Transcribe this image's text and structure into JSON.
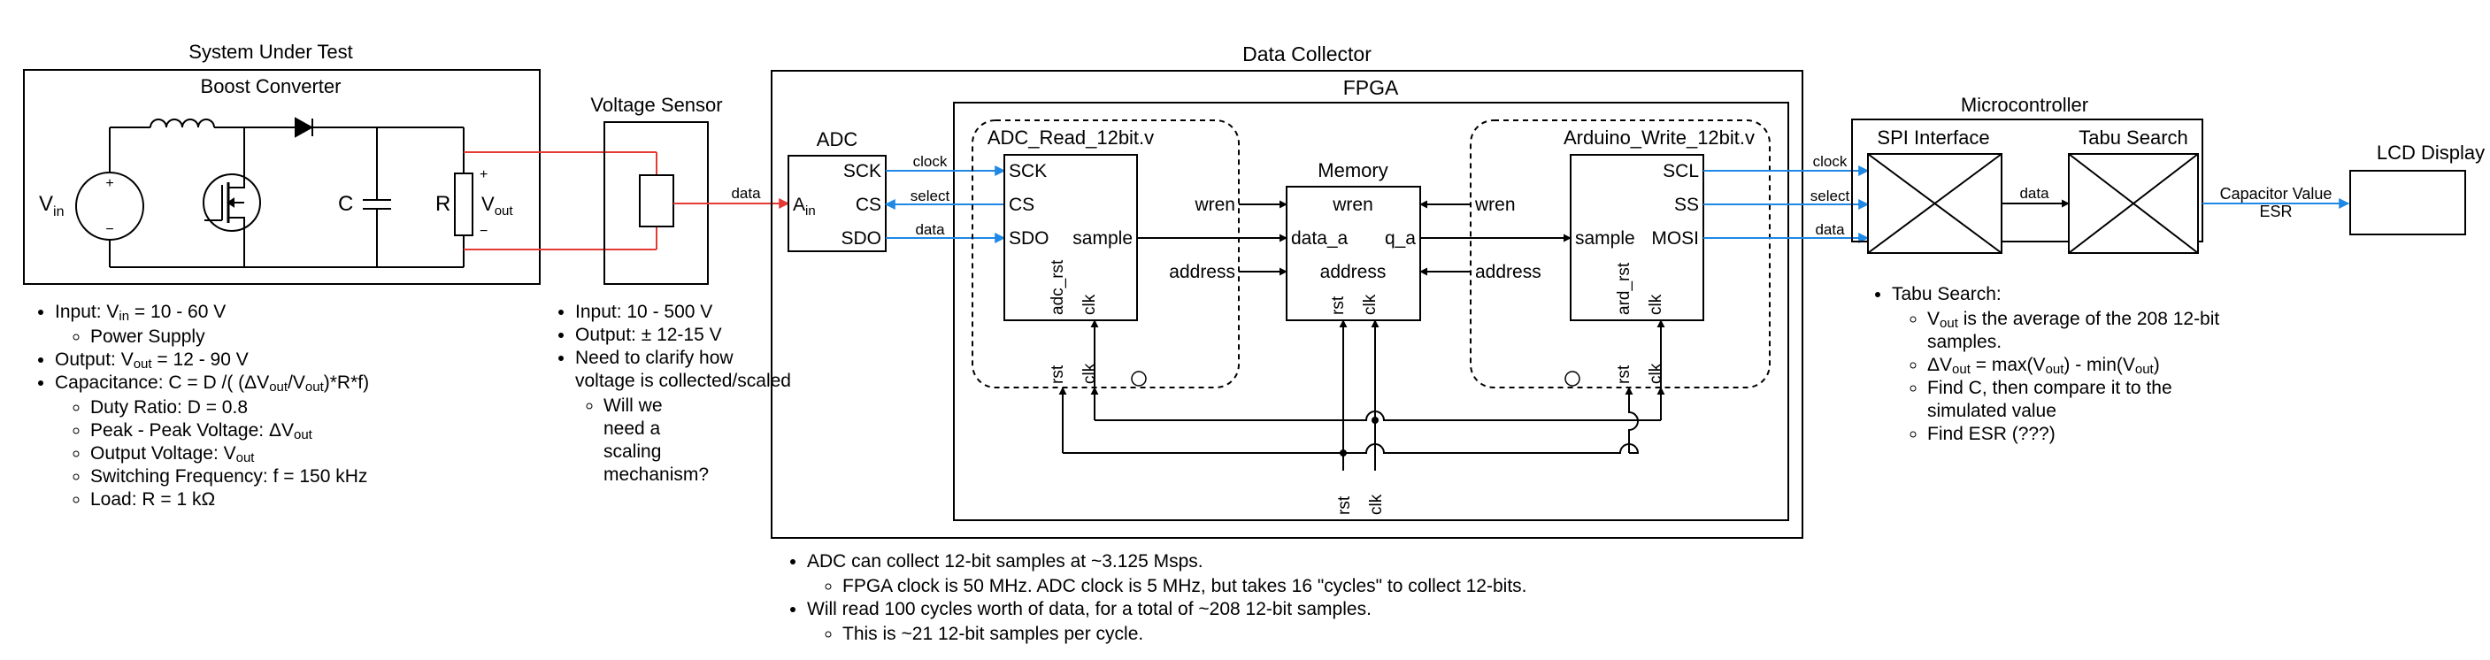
{
  "sut": {
    "group_title": "System Under Test",
    "box_title": "Boost Converter",
    "vin_label": "V",
    "vin_sub": "in",
    "cap_label": "C",
    "res_label": "R",
    "vout_label": "V",
    "vout_sub": "out",
    "plus": "+",
    "minus": "−"
  },
  "voltage_sensor": {
    "title": "Voltage Sensor"
  },
  "data_collector": {
    "title": "Data Collector",
    "fpga_title": "FPGA"
  },
  "adc": {
    "title": "ADC",
    "pins": {
      "sck": "SCK",
      "cs": "CS",
      "sdo": "SDO",
      "ain": "A",
      "ain_sub": "in"
    }
  },
  "adc_read": {
    "title": "ADC_Read_12bit.v",
    "pins": {
      "sck": "SCK",
      "cs": "CS",
      "sdo": "SDO",
      "sample": "sample",
      "adc_rst": "adc_rst",
      "clk": "clk"
    },
    "ext_rst": "rst",
    "ext_clk": "clk"
  },
  "memory": {
    "title": "Memory",
    "pins": {
      "wren": "wren",
      "data_a": "data_a",
      "q_a": "q_a",
      "address": "address",
      "rst": "rst",
      "clk": "clk"
    }
  },
  "arduino_write": {
    "title": "Arduino_Write_12bit.v",
    "pins": {
      "scl": "SCL",
      "ss": "SS",
      "mosi": "MOSI",
      "sample": "sample",
      "ard_rst": "ard_rst",
      "clk": "clk"
    },
    "ext_rst": "rst",
    "ext_clk": "clk"
  },
  "fpga_signals": {
    "wren_left": "wren",
    "address_left": "address",
    "wren_right": "wren",
    "address_right": "address",
    "rst_in": "rst",
    "clk_in": "clk"
  },
  "microcontroller": {
    "title": "Microcontroller",
    "spi_title": "SPI Interface",
    "tabu_title": "Tabu Search"
  },
  "lcd": {
    "title": "LCD Display"
  },
  "wire_labels": {
    "sensor_data": "data",
    "adc_clock": "clock",
    "adc_select": "select",
    "adc_data": "data",
    "mcu_clock": "clock",
    "mcu_select": "select",
    "mcu_data": "data",
    "spi_tabu_data": "data",
    "cap_value": "Capacitor Value",
    "esr": "ESR"
  },
  "colors": {
    "blue_wire": "#1e88e5",
    "red_wire": "#e53935",
    "black": "#000000"
  },
  "notes_sut": {
    "input_pre": "Input: V",
    "input_sub": "in",
    "input_post": " = 10 - 60 V",
    "power_supply": "Power Supply",
    "output_pre": "Output: V",
    "output_sub": "out",
    "output_post": " = 12 - 90 V",
    "cap_a": "Capacitance: C = D /( (ΔV",
    "cap_sub1": "out",
    "cap_b": "/V",
    "cap_sub2": "out",
    "cap_c": ")*R*f)",
    "duty": "Duty Ratio: D = 0.8",
    "ptp_pre": "Peak - Peak Voltage: ΔV",
    "ptp_sub": "out",
    "outv_pre": "Output Voltage: V",
    "outv_sub": "out",
    "switching": "Switching Frequency: f = 150 kHz",
    "load": "Load: R = 1 kΩ"
  },
  "notes_sensor": {
    "input": "Input: 10 - 500 V",
    "output": "Output: ± 12-15 V",
    "clarify": "Need to clarify how voltage is collected/scaled",
    "scaling": "Will we need a scaling mechanism?"
  },
  "notes_dc": {
    "adc_collect": "ADC can collect 12-bit samples at ~3.125 Msps.",
    "fpga_clock": "FPGA clock is 50 MHz. ADC clock is 5 MHz, but takes 16 \"cycles\" to collect 12-bits.",
    "read_cycles": "Will read 100 cycles worth of data, for a total of ~208 12-bit samples.",
    "per_cycle": "This is ~21 12-bit samples per cycle."
  },
  "notes_mcu": {
    "tabu": "Tabu Search:",
    "vout_pre": "V",
    "vout_sub": "out",
    "vout_post": " is the average of the 208 12-bit samples.",
    "dv_a": "ΔV",
    "dv_sub1": "out",
    "dv_b": " = max(V",
    "dv_sub2": "out",
    "dv_c": ") - min(V",
    "dv_sub3": "out",
    "dv_d": ")",
    "find_c": "Find C, then compare it to the simulated value",
    "find_esr": "Find ESR (???)"
  }
}
